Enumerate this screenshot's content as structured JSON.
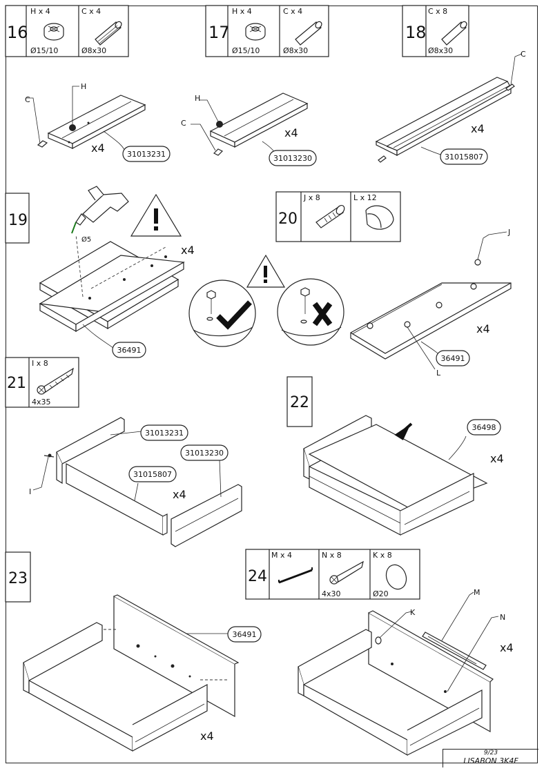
{
  "steps": {
    "s16": {
      "number": "16",
      "parts": [
        {
          "qty": "H x 4",
          "size": "Ø15/10",
          "icon": "cam-lock-icon"
        },
        {
          "qty": "C x 4",
          "size": "Ø8x30",
          "icon": "dowel-icon"
        }
      ],
      "mult": "x4",
      "refs": [
        "31013231"
      ],
      "letters": [
        "C",
        "H"
      ]
    },
    "s17": {
      "number": "17",
      "parts": [
        {
          "qty": "H x 4",
          "size": "Ø15/10",
          "icon": "cam-lock-icon"
        },
        {
          "qty": "C x 4",
          "size": "Ø8x30",
          "icon": "dowel-icon"
        }
      ],
      "mult": "x4",
      "refs": [
        "31013230"
      ],
      "letters": [
        "H",
        "C"
      ]
    },
    "s18": {
      "number": "18",
      "parts": [
        {
          "qty": "C x 8",
          "size": "Ø8x30",
          "icon": "dowel-icon"
        }
      ],
      "mult": "x4",
      "refs": [
        "31015807"
      ],
      "letters": [
        "C"
      ]
    },
    "s19": {
      "number": "19",
      "drill": "Ø5",
      "mult": "x4",
      "refs": [
        "36491"
      ]
    },
    "s20": {
      "number": "20",
      "parts": [
        {
          "qty": "J x 8",
          "icon": "cam-bolt-icon"
        },
        {
          "qty": "L x 12",
          "icon": "drawer-stop-icon"
        }
      ],
      "mult": "x4",
      "refs": [
        "36491"
      ],
      "letters": [
        "J",
        "L"
      ]
    },
    "s21": {
      "number": "21",
      "parts": [
        {
          "qty": "I x 8",
          "size": "4x35",
          "icon": "screw-icon"
        }
      ],
      "mult": "x4",
      "refs": [
        "31013231",
        "31013230",
        "31015807"
      ],
      "letters": [
        "I"
      ]
    },
    "s22": {
      "number": "22",
      "mult": "x4",
      "refs": [
        "36498"
      ]
    },
    "s23": {
      "number": "23",
      "mult": "x4",
      "refs": [
        "36491"
      ]
    },
    "s24": {
      "number": "24",
      "parts": [
        {
          "qty": "M x 4",
          "icon": "handle-icon"
        },
        {
          "qty": "N x 8",
          "size": "4x30",
          "icon": "screw-icon"
        },
        {
          "qty": "K x 8",
          "size": "Ø20",
          "icon": "cover-cap-icon"
        }
      ],
      "mult": "x4",
      "letters": [
        "M",
        "K",
        "N"
      ]
    }
  },
  "footer": {
    "page": "9/23",
    "model": "LISABON 3K4F"
  }
}
